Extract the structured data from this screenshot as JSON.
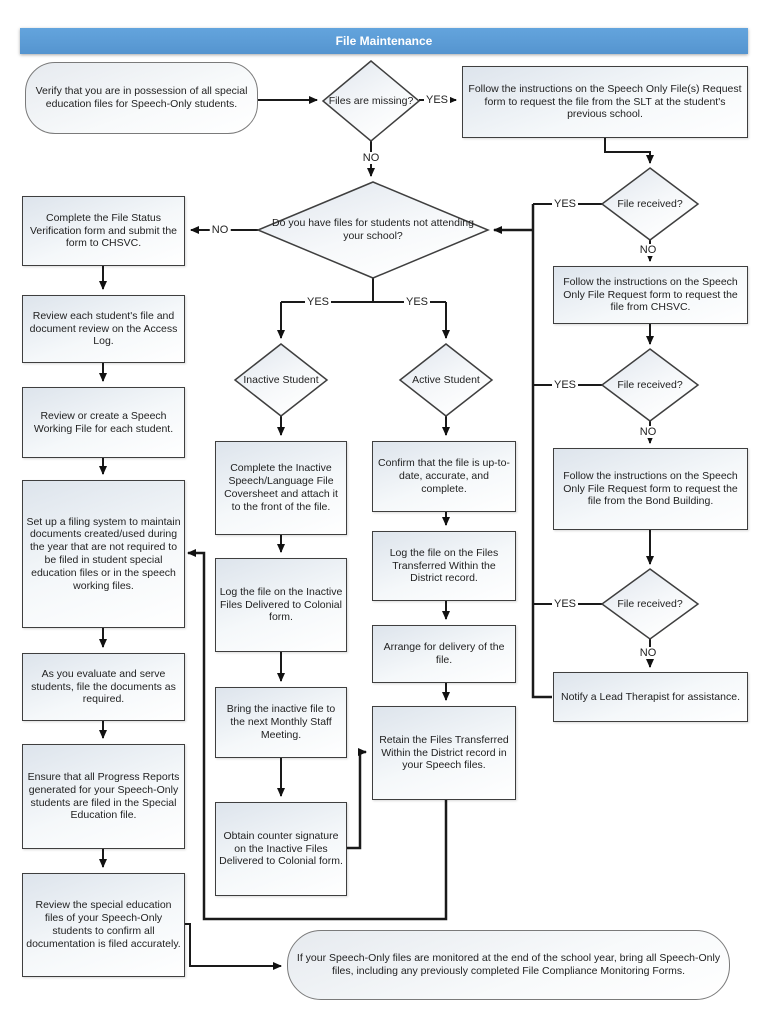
{
  "header": {
    "title": "File Maintenance"
  },
  "colors": {
    "header_bg": "#5B9BD5",
    "shape_border": "#3F3F3F",
    "connector": "#1A1A1A"
  },
  "nodes": {
    "verify": {
      "text": "Verify that you are in possession of all special education files for Speech-Only students."
    },
    "files_missing": {
      "text": "Files are missing?"
    },
    "request_slt": {
      "text": "Follow the instructions on the Speech Only File(s) Request form to request the file from the SLT at the student's previous school."
    },
    "file_received_1": {
      "text": "File received?"
    },
    "have_files": {
      "text": "Do you have files for students not attending your school?"
    },
    "complete_fsv": {
      "text": "Complete the File Status Verification form and submit the form to CHSVC."
    },
    "request_chsvc": {
      "text": "Follow the instructions on the Speech Only File Request form to request the file from CHSVC."
    },
    "file_received_2": {
      "text": "File received?"
    },
    "request_bond": {
      "text": "Follow the instructions on the Speech Only File Request form to request the file from the Bond Building."
    },
    "file_received_3": {
      "text": "File received?"
    },
    "notify_lead": {
      "text": "Notify a Lead Therapist for assistance."
    },
    "review_log": {
      "text": "Review each student's file and document review on the Access Log."
    },
    "working_file": {
      "text": "Review or create a Speech Working File for each student."
    },
    "filing_system": {
      "text": "Set up a filing system to maintain documents created/used during the year that are not required to be filed in student special education files or in the speech working files."
    },
    "evaluate_serve": {
      "text": "As you evaluate and serve students, file the documents as required."
    },
    "progress_reports": {
      "text": "Ensure that all Progress Reports generated for your Speech-Only students are filed in the Special Education file."
    },
    "review_sped": {
      "text": "Review the special education files of your Speech-Only students to confirm all documentation is filed accurately."
    },
    "inactive_student": {
      "text": "Inactive Student"
    },
    "active_student": {
      "text": "Active Student"
    },
    "coversheet": {
      "text": "Complete the Inactive Speech/Language File Coversheet and attach it to the front of the file."
    },
    "log_inactive": {
      "text": "Log the file on the Inactive Files Delivered to Colonial form."
    },
    "staff_meeting": {
      "text": "Bring the inactive file to the next Monthly Staff Meeting."
    },
    "counter_sig": {
      "text": "Obtain counter signature on the Inactive Files Delivered to Colonial form."
    },
    "confirm_file": {
      "text": "Confirm that the file is up-to-date, accurate, and complete."
    },
    "log_transfer": {
      "text": "Log the file on the Files Transferred Within the District record."
    },
    "arrange_delivery": {
      "text": "Arrange for delivery of the file."
    },
    "retain_files": {
      "text": "Retain the Files Transferred Within the District record in your Speech files."
    },
    "monitored": {
      "text": "If your Speech-Only files are monitored at the end of the school year, bring all Speech-Only files, including any previously completed File Compliance Monitoring Forms."
    }
  },
  "edge_labels": {
    "files_missing_yes": "YES",
    "files_missing_no": "NO",
    "have_files_no": "NO",
    "inactive_yes": "YES",
    "active_yes": "YES",
    "fr1_yes": "YES",
    "fr1_no": "NO",
    "fr2_yes": "YES",
    "fr2_no": "NO",
    "fr3_yes": "YES",
    "fr3_no": "NO"
  }
}
